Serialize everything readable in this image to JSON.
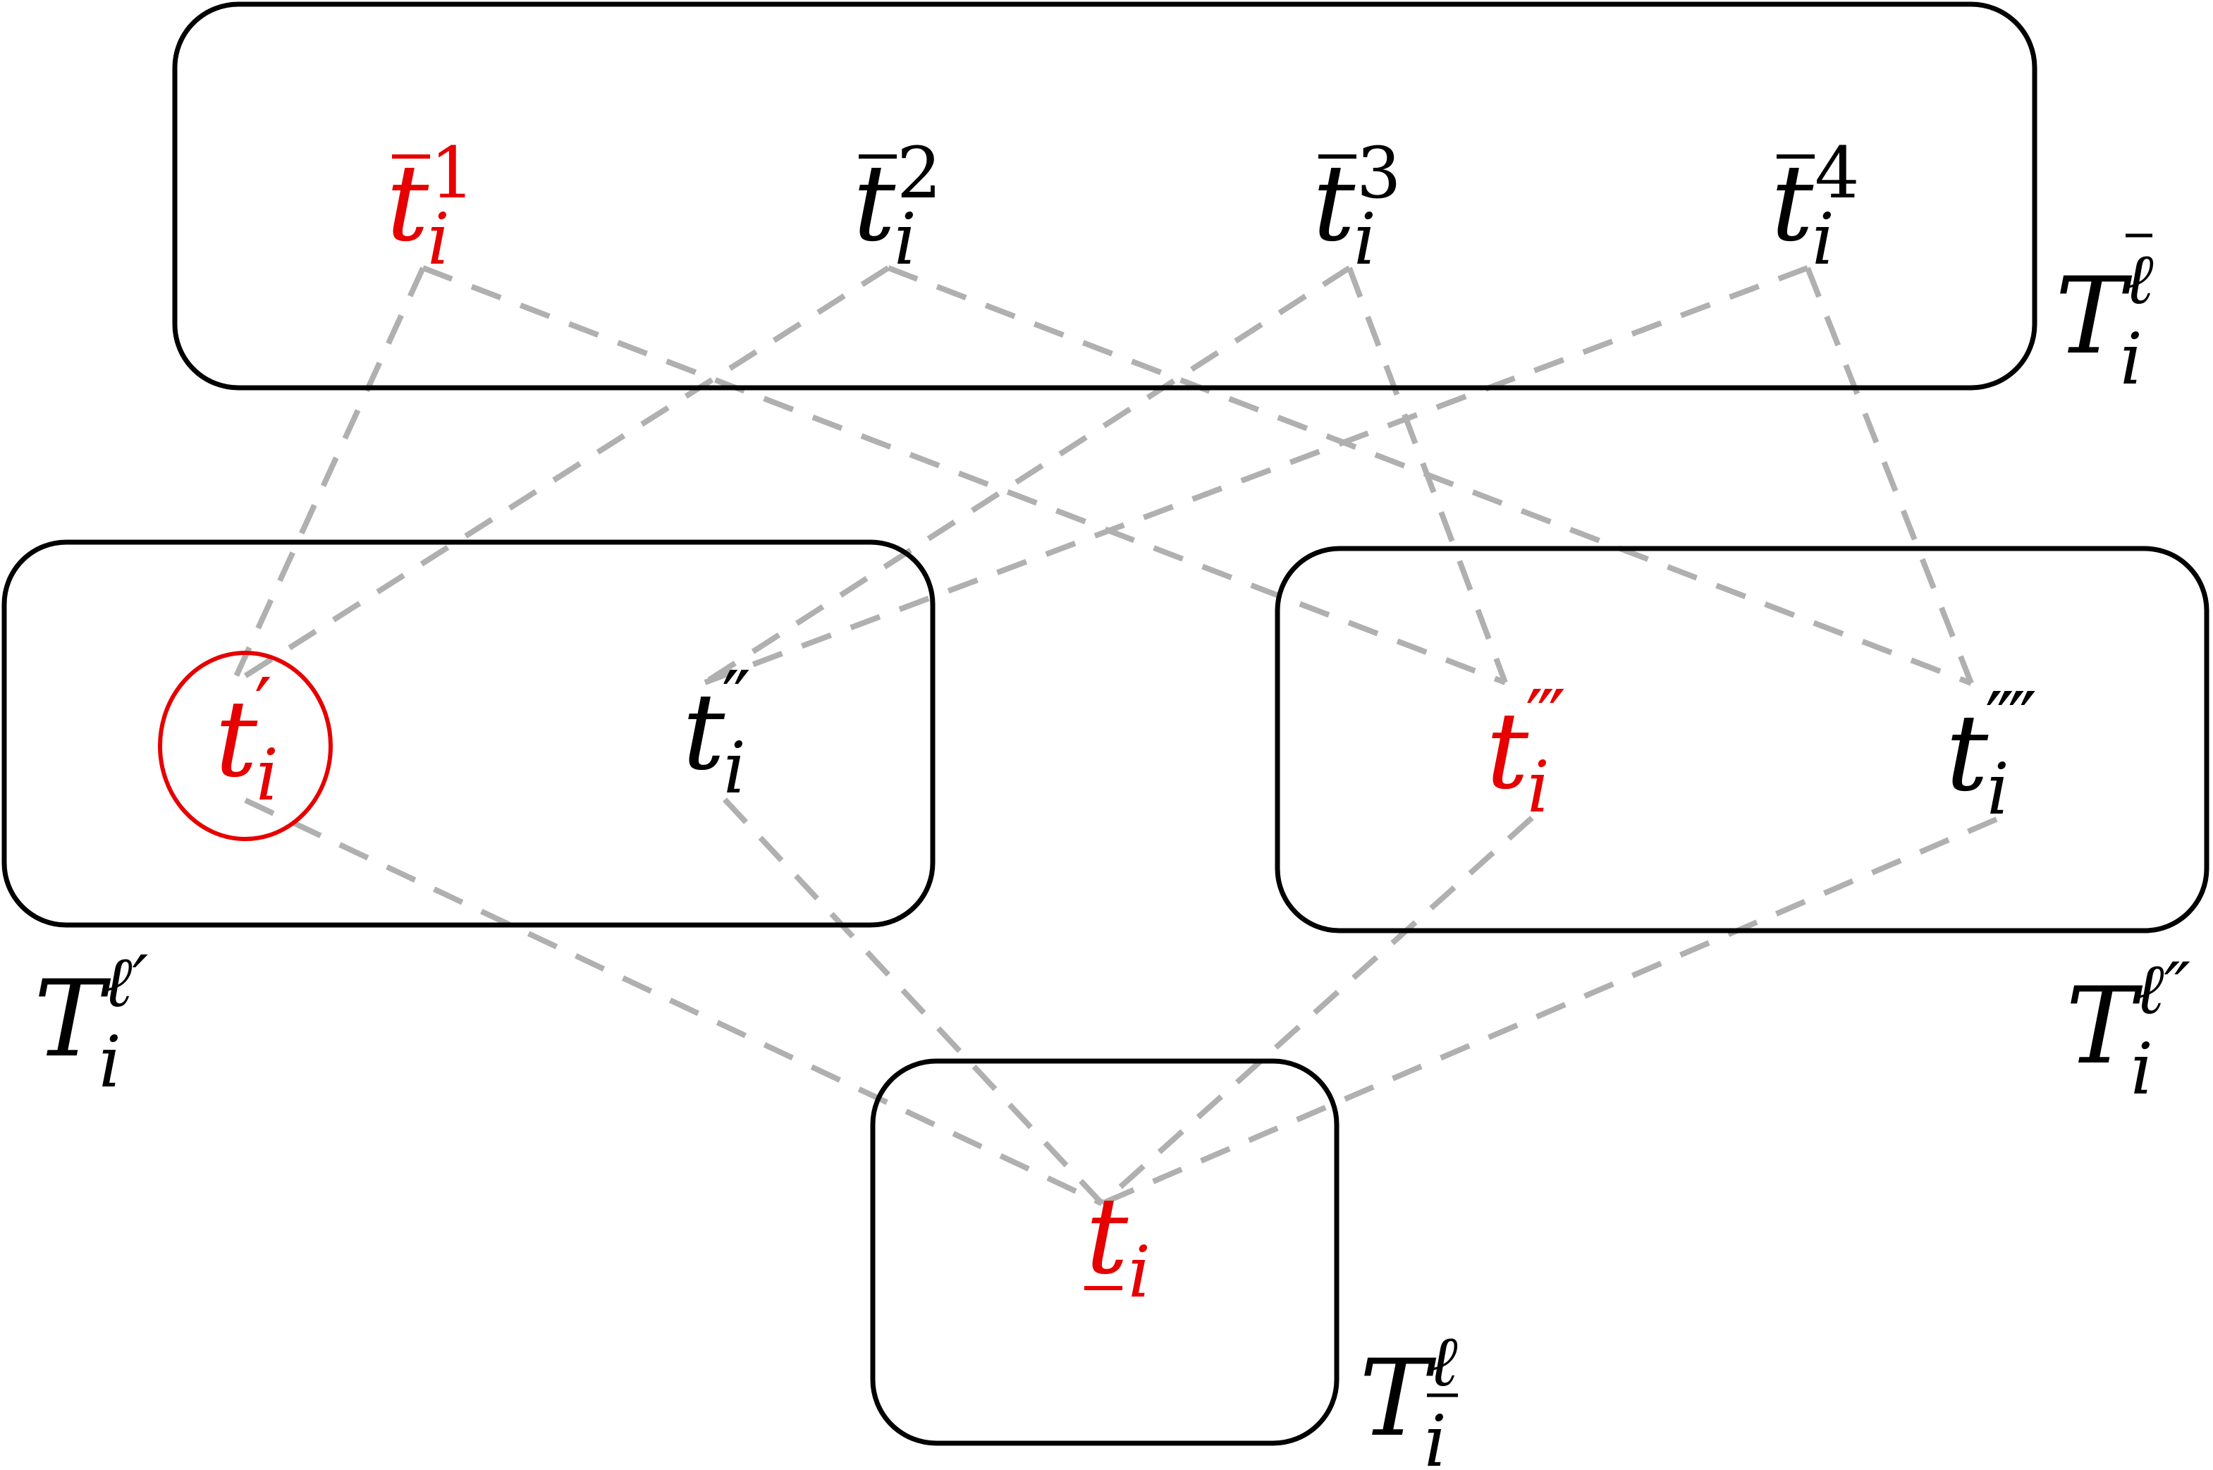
{
  "diagram": {
    "colors": {
      "highlight": "#e60000",
      "normal": "#000000",
      "edge": "#b0b0b0",
      "box": "#000000"
    },
    "groups": [
      {
        "id": "top",
        "label": {
          "base": "T",
          "sub": "i",
          "sup": "ℓ",
          "sup_mark": "overline"
        }
      },
      {
        "id": "middle-left",
        "label": {
          "base": "T",
          "sub": "i",
          "sup": "ℓ′",
          "sup_mark": "none"
        }
      },
      {
        "id": "middle-right",
        "label": {
          "base": "T",
          "sub": "i",
          "sup": "ℓ″",
          "sup_mark": "none"
        }
      },
      {
        "id": "bottom",
        "label": {
          "base": "T",
          "sub": "i",
          "sup": "ℓ",
          "sup_mark": "underline"
        }
      }
    ],
    "nodes": [
      {
        "id": "tbar1",
        "group": "top",
        "base": "t",
        "mark": "overline",
        "sup": "1",
        "sub": "i",
        "highlighted": true,
        "circled": false
      },
      {
        "id": "tbar2",
        "group": "top",
        "base": "t",
        "mark": "overline",
        "sup": "2",
        "sub": "i",
        "highlighted": false,
        "circled": false
      },
      {
        "id": "tbar3",
        "group": "top",
        "base": "t",
        "mark": "overline",
        "sup": "3",
        "sub": "i",
        "highlighted": false,
        "circled": false
      },
      {
        "id": "tbar4",
        "group": "top",
        "base": "t",
        "mark": "overline",
        "sup": "4",
        "sub": "i",
        "highlighted": false,
        "circled": false
      },
      {
        "id": "t1p",
        "group": "middle-left",
        "base": "t",
        "mark": "none",
        "sup": "′",
        "sub": "i",
        "highlighted": true,
        "circled": true
      },
      {
        "id": "t2p",
        "group": "middle-left",
        "base": "t",
        "mark": "none",
        "sup": "″",
        "sub": "i",
        "highlighted": false,
        "circled": false
      },
      {
        "id": "t3p",
        "group": "middle-right",
        "base": "t",
        "mark": "none",
        "sup": "‴",
        "sub": "i",
        "highlighted": true,
        "circled": false
      },
      {
        "id": "t4p",
        "group": "middle-right",
        "base": "t",
        "mark": "none",
        "sup": "⁗",
        "sub": "i",
        "highlighted": false,
        "circled": false
      },
      {
        "id": "tunder",
        "group": "bottom",
        "base": "t",
        "mark": "underline",
        "sup": "",
        "sub": "i",
        "highlighted": true,
        "circled": false
      }
    ],
    "edges": [
      {
        "from": "tbar1",
        "to": "t1p"
      },
      {
        "from": "tbar1",
        "to": "t3p"
      },
      {
        "from": "tbar2",
        "to": "t1p"
      },
      {
        "from": "tbar2",
        "to": "t4p"
      },
      {
        "from": "tbar3",
        "to": "t2p"
      },
      {
        "from": "tbar3",
        "to": "t3p"
      },
      {
        "from": "tbar4",
        "to": "t2p"
      },
      {
        "from": "tbar4",
        "to": "t4p"
      },
      {
        "from": "t1p",
        "to": "tunder"
      },
      {
        "from": "t2p",
        "to": "tunder"
      },
      {
        "from": "t3p",
        "to": "tunder"
      },
      {
        "from": "t4p",
        "to": "tunder"
      }
    ],
    "edge_style": "dashed"
  }
}
